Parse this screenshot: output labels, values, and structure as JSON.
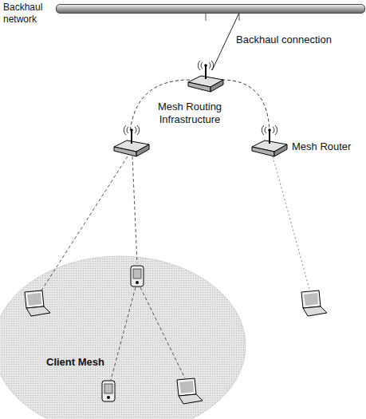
{
  "diagram": {
    "nodes": [
      {
        "text": [
          "Backhaul network"
        ]
      },
      {
        "text": [
          "Client Mesh"
        ]
      }
    ],
    "labels": [
      "Backhaul connection",
      "Mesh Routing Infrastructure",
      "Mesh Router"
    ]
  }
}
